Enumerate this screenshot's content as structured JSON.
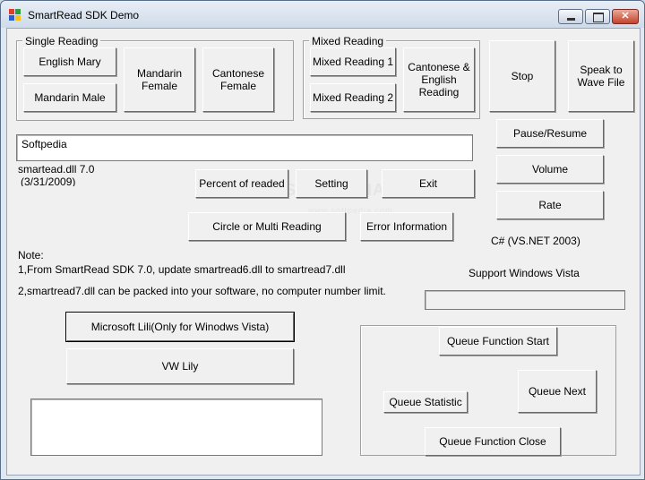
{
  "window": {
    "title": "SmartRead SDK Demo",
    "controls": [
      "minimize-icon",
      "maximize-icon",
      "close-icon"
    ]
  },
  "single_reading": {
    "legend": "Single Reading",
    "english_mary": "English Mary",
    "mandarin_male": "Mandarin Male",
    "mandarin_female": "Mandarin Female",
    "cantonese_female": "Cantonese Female"
  },
  "mixed_reading": {
    "legend": "Mixed Reading",
    "mixed1": "Mixed Reading 1",
    "mixed2": "Mixed Reading 2",
    "cantonese_english": "Cantonese & English Reading"
  },
  "actions": {
    "stop": "Stop",
    "speak_wave": "Speak to Wave File",
    "pause_resume": "Pause/Resume",
    "volume": "Volume",
    "rate": "Rate",
    "percent_read": "Percent of readed",
    "setting": "Setting",
    "exit": "Exit",
    "circle_multi": "Circle or Multi Reading",
    "error_info": "Error Information"
  },
  "text_input": {
    "value": "Softpedia"
  },
  "version": {
    "line1": "smartead.dll 7.0",
    "line2": "(3/31/2009)"
  },
  "notes": {
    "title": "Note:",
    "line1": "1,From SmartRead SDK 7.0, update smartread6.dll to smartread7.dll",
    "line2": "2,smartread7.dll  can be packed into your software, no computer number limit."
  },
  "info": {
    "lang": "C# (VS.NET 2003)",
    "vista": "Support Windows Vista"
  },
  "voices": {
    "lili": "Microsoft Lili(Only for Winodws Vista)",
    "vw_lily": "VW Lily"
  },
  "queue": {
    "start": "Queue Function Start",
    "statistic": "Queue Statistic",
    "next": "Queue Next",
    "close": "Queue Function Close"
  },
  "watermark": {
    "logo": "SOFTPEDIA",
    "url": "www.softpedia.com"
  },
  "colors": {
    "face": "#f0f0f0",
    "titlebar": "#d7e2ef",
    "close": "#c4422b"
  }
}
